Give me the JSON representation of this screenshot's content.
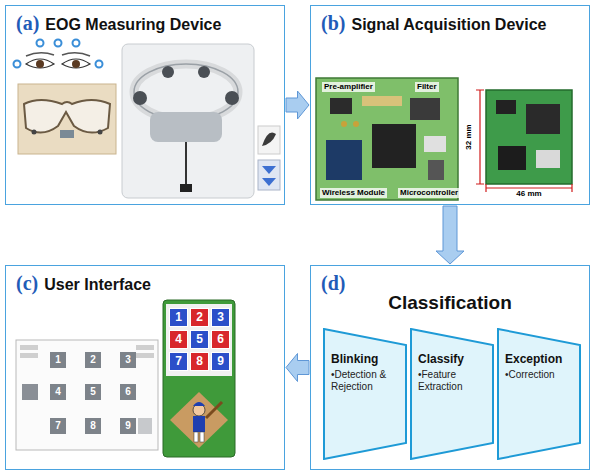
{
  "diagram": {
    "nodes": [
      {
        "text": [
          "(a)",
          "EOG Measuring Device"
        ]
      },
      {
        "text": [
          "(b)",
          "Signal Acquisition Device"
        ]
      },
      {
        "text": [
          "(c)",
          "User Interface"
        ]
      },
      {
        "text": [
          "(d)",
          "Classification"
        ]
      },
      {
        "text": [
          "Blinking",
          "•Detection & Rejection"
        ],
        "in": 3
      },
      {
        "text": [
          "Classify",
          "•Feature Extraction"
        ],
        "in": 3
      },
      {
        "text": [
          "Exception",
          "•Correction"
        ],
        "in": 3
      }
    ],
    "edges": [
      {
        "from": 0,
        "to": 1,
        "arrow": "to"
      },
      {
        "from": 1,
        "to": 3,
        "arrow": "to"
      },
      {
        "from": 3,
        "to": 2,
        "arrow": "to"
      }
    ],
    "labels": [
      "Pre-amplifier",
      "Filter",
      "Wireless Module",
      "Microcontroller",
      "32 mm",
      "46 mm",
      "1",
      "2",
      "3",
      "4",
      "5",
      "6",
      "7",
      "8",
      "9",
      "1",
      "2",
      "3",
      "4",
      "5",
      "6",
      "7",
      "8",
      "9"
    ]
  }
}
